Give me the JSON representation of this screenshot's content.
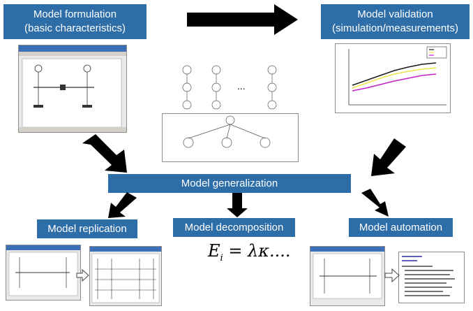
{
  "boxes": {
    "formulation": {
      "line1": "Model formulation",
      "line2": "(basic characteristics)"
    },
    "validation": {
      "line1": "Model validation",
      "line2": "(simulation/measurements)"
    },
    "generalization": {
      "label": "Model generalization"
    },
    "replication": {
      "label": "Model replication"
    },
    "decomposition": {
      "label": "Model decomposition"
    },
    "automation": {
      "label": "Model automation"
    }
  },
  "formula": {
    "main": "E",
    "sub": "i",
    "rest": " = λκ...."
  },
  "diagram": {
    "ellipsis": "..."
  },
  "colors": {
    "box": "#2d6da8",
    "arrow": "#000000",
    "curve1": "#1a1a1a",
    "curve2": "#f0e24a",
    "curve3": "#c21fc9"
  }
}
